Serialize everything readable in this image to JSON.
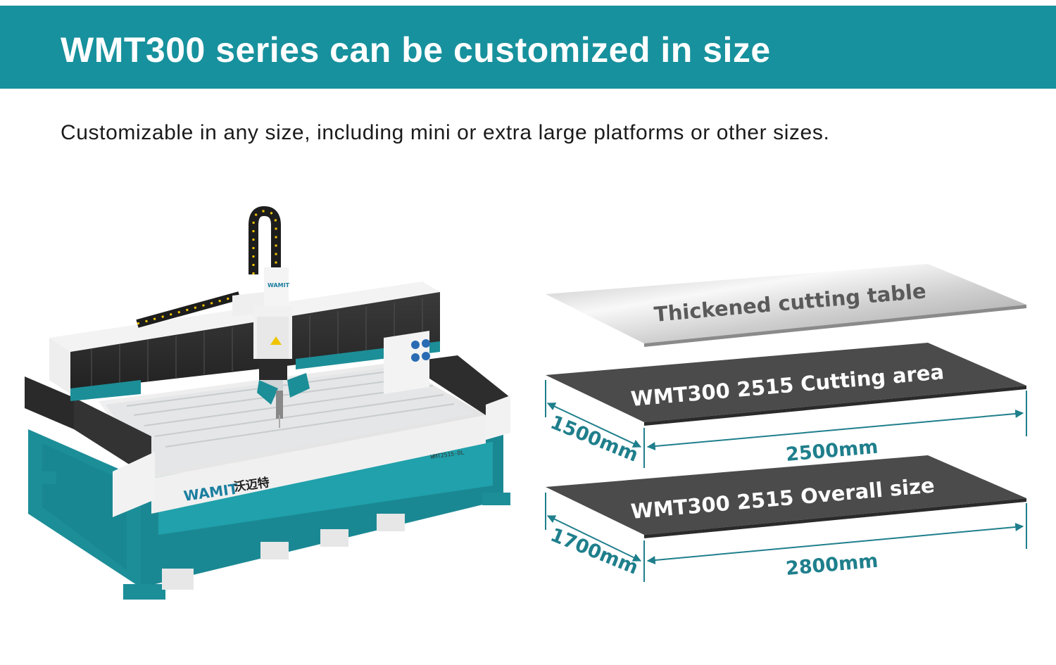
{
  "header": {
    "title": "WMT300 series can be customized in size",
    "subtitle": "Customizable in any size, including mini or extra large platforms or other sizes."
  },
  "machine": {
    "brand": "WAMIT",
    "brand_cn": "沃迈特",
    "model_plate": "WMT2515-DL"
  },
  "layers": {
    "top_label": "Thickened cutting table",
    "middle_label": "WMT300 2515 Cutting area",
    "middle_width": "1500mm",
    "middle_length": "2500mm",
    "bottom_label": "WMT300 2515 Overall size",
    "bottom_width": "1700mm",
    "bottom_length": "2800mm"
  },
  "colors": {
    "banner": "#17919d",
    "accent_teal": "#1f7f8c",
    "machine_teal": "#1c8e98",
    "plate_dark": "#4a4a4a"
  }
}
